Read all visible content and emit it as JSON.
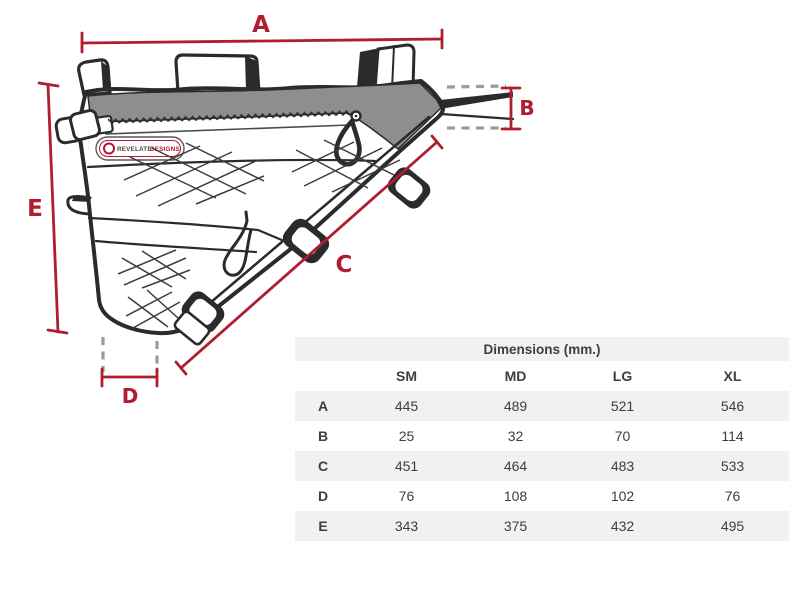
{
  "diagram": {
    "labels": {
      "a": "A",
      "b": "B",
      "c": "C",
      "d": "D",
      "e": "E"
    },
    "logo": {
      "brand": "REVELATE",
      "brand2": "DESIGNS"
    },
    "colors": {
      "dimension_red": "#b01c30",
      "panel_gray": "#8e8e8e",
      "line_dark": "#2b2b2b",
      "dashed_gray": "#9a9a9a"
    }
  },
  "table": {
    "title": "Dimensions (mm.)",
    "columns": [
      "",
      "SM",
      "MD",
      "LG",
      "XL"
    ],
    "rows": [
      {
        "label": "A",
        "values": [
          445,
          489,
          521,
          546
        ]
      },
      {
        "label": "B",
        "values": [
          25,
          32,
          70,
          114
        ]
      },
      {
        "label": "C",
        "values": [
          451,
          464,
          483,
          533
        ]
      },
      {
        "label": "D",
        "values": [
          76,
          108,
          102,
          76
        ]
      },
      {
        "label": "E",
        "values": [
          343,
          375,
          432,
          495
        ]
      }
    ],
    "stripe_color": "#f1f1f1",
    "text_color": "#3e3e3e"
  }
}
